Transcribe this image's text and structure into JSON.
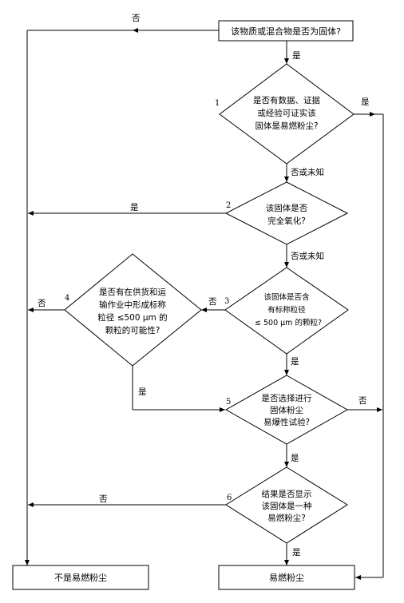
{
  "start_box": {
    "text": "该物质或混合物是否为固体?"
  },
  "decisions": [
    {
      "number": "1",
      "lines": [
        "是否有数据、证据",
        "或经验可证实该",
        "固体是易燃粉尘?"
      ]
    },
    {
      "number": "2",
      "lines": [
        "该固体是否",
        "完全氧化?"
      ]
    },
    {
      "number": "3",
      "lines": [
        "该固体是否含",
        "有标称粒径",
        "≤ 500 μm 的颗粒?"
      ]
    },
    {
      "number": "4",
      "lines": [
        "是否有在供货和运",
        "输作业中形成标称",
        "粒径 ≤500 μm 的",
        "颗粒的可能性?"
      ]
    },
    {
      "number": "5",
      "lines": [
        "是否选择进行",
        "固体粉尘",
        "易爆性试验?"
      ]
    },
    {
      "number": "6",
      "lines": [
        "结果是否显示",
        "该固体是一种",
        "易燃粉尘?"
      ]
    }
  ],
  "labels": {
    "start_no": "否",
    "start_yes": "是",
    "d1_yes": "是",
    "d1_no": "否或未知",
    "d2_yes": "是",
    "d2_no": "否或未知",
    "d3_no": "否",
    "d3_yes": "是",
    "d4_no": "否",
    "d4_yes": "是",
    "d5_no": "否",
    "d5_yes": "是",
    "d6_no": "否",
    "d6_yes": "是"
  },
  "end_boxes": {
    "not_dust": "不是易燃粉尘",
    "dust": "易燃粉尘"
  }
}
